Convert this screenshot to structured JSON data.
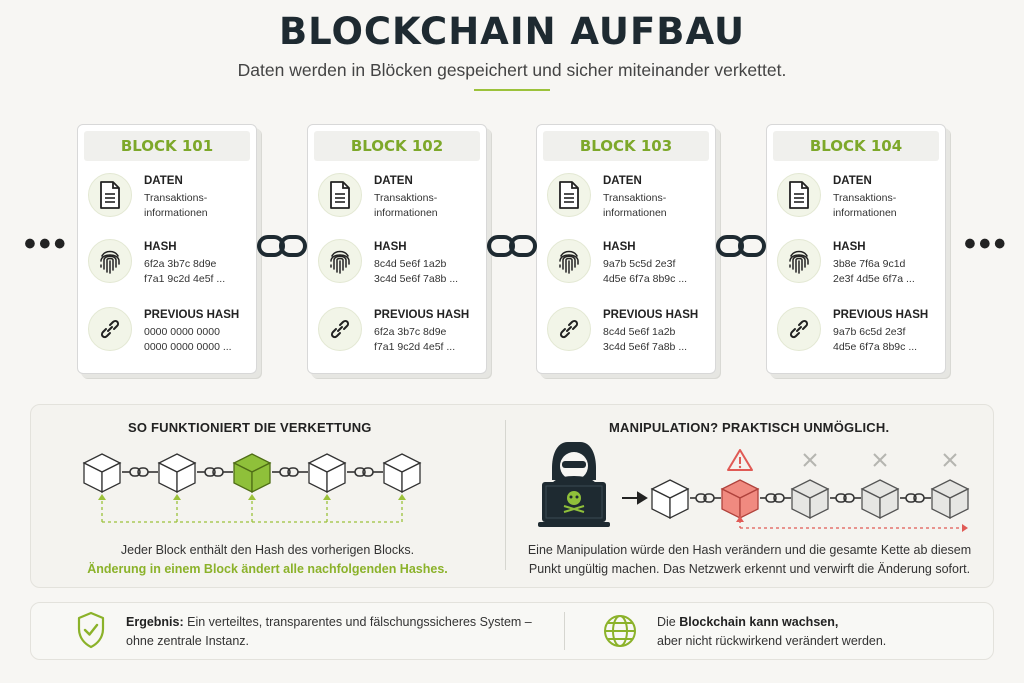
{
  "header": {
    "title": "BLOCKCHAIN AUFBAU",
    "subtitle": "Daten werden in Blöcken gespeichert und sicher miteinander verkettet."
  },
  "labels": {
    "data": "DATEN",
    "data_line1": "Transaktions-",
    "data_line2": "informationen",
    "hash": "HASH",
    "prev": "PREVIOUS HASH"
  },
  "blocks": [
    {
      "title": "BLOCK 101",
      "hash1": "6f2a 3b7c 8d9e",
      "hash2": "f7a1 9c2d 4e5f ...",
      "prev1": "0000 0000 0000",
      "prev2": "0000 0000 0000 ..."
    },
    {
      "title": "BLOCK 102",
      "hash1": "8c4d 5e6f 1a2b",
      "hash2": "3c4d 5e6f 7a8b ...",
      "prev1": "6f2a 3b7c 8d9e",
      "prev2": "f7a1 9c2d 4e5f ..."
    },
    {
      "title": "BLOCK 103",
      "hash1": "9a7b 5c5d 2e3f",
      "hash2": "4d5e 6f7a 8b9c ...",
      "prev1": "8c4d 5e6f 1a2b",
      "prev2": "3c4d 5e6f 7a8b ..."
    },
    {
      "title": "BLOCK 104",
      "hash1": "3b8e 7f6a 9c1d",
      "hash2": "2e3f 4d5e 6f7a ...",
      "prev1": "9a7b 6c5d 2e3f",
      "prev2": "4d5e 6f7a 8b9c ..."
    }
  ],
  "ellipsis": "•••",
  "chaining": {
    "title": "SO FUNKTIONIERT DIE VERKETTUNG",
    "text1": "Jeder Block enthält den Hash des vorherigen Blocks.",
    "text2": "Änderung in einem Block ändert alle nachfolgenden Hashes."
  },
  "manipulation": {
    "title": "MANIPULATION? PRAKTISCH UNMÖGLICH.",
    "text1": "Eine Manipulation würde den Hash verändern und die gesamte Kette ab diesem",
    "text2": "Punkt ungültig machen. Das Netzwerk erkennt und verwirft die Änderung sofort."
  },
  "result": {
    "label": "Ergebnis:",
    "line1": "Ein verteiltes, transparentes und fälschungssicheres System –",
    "line2": "ohne zentrale Instanz."
  },
  "growth": {
    "prefix": "Die",
    "bold": "Blockchain kann wachsen,",
    "line2": "aber nicht rückwirkend verändert werden."
  },
  "colors": {
    "accent": "#8bb22a",
    "block_title": "#7da82a",
    "danger": "#e05a55",
    "dark": "#1e2a31"
  },
  "icons": {
    "data": "document-icon",
    "hash": "fingerprint-icon",
    "prev": "link-icon",
    "chain": "chain-link-icon",
    "hacker": "hacker-icon",
    "warning": "warning-icon",
    "invalid": "x-icon",
    "shield": "shield-check-icon",
    "globe": "globe-icon"
  }
}
